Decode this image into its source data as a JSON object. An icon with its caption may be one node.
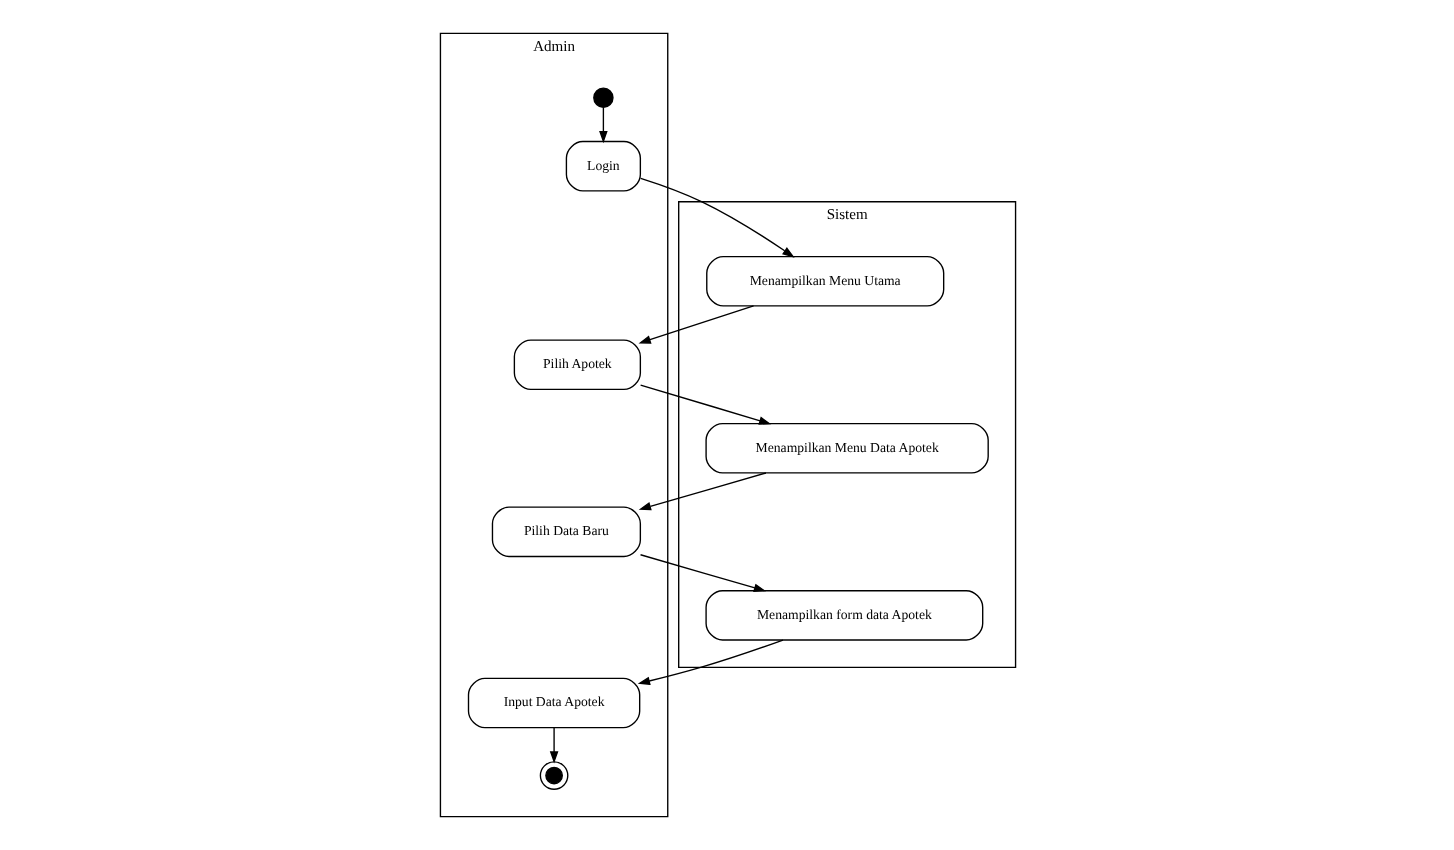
{
  "diagram": {
    "nodes": [
      {
        "text": [
          "Admin"
        ]
      },
      {
        "text": [
          "Sistem"
        ]
      },
      {
        "text": [],
        "shape": "circle",
        "in": 0
      },
      {
        "text": [
          "Login"
        ],
        "in": 0
      },
      {
        "text": [
          "Menampilkan Menu Utama"
        ],
        "in": 1
      },
      {
        "text": [
          "Pilih Apotek"
        ],
        "in": 0
      },
      {
        "text": [
          "Menampilkan Menu Data Apotek"
        ],
        "in": 1
      },
      {
        "text": [
          "Pilih Data Baru"
        ],
        "in": 0
      },
      {
        "text": [
          "Menampilkan form data Apotek"
        ],
        "in": 1
      },
      {
        "text": [
          "Input Data Apotek"
        ],
        "in": 0
      },
      {
        "text": [],
        "shape": "circle",
        "in": 0
      }
    ],
    "edges": [
      {
        "from": 2,
        "to": 3,
        "arrow": "to"
      },
      {
        "from": 3,
        "to": 4,
        "arrow": "to"
      },
      {
        "from": 4,
        "to": 5,
        "arrow": "to"
      },
      {
        "from": 5,
        "to": 6,
        "arrow": "to"
      },
      {
        "from": 6,
        "to": 7,
        "arrow": "to"
      },
      {
        "from": 7,
        "to": 8,
        "arrow": "to"
      },
      {
        "from": 8,
        "to": 9,
        "arrow": "to"
      },
      {
        "from": 9,
        "to": 10,
        "arrow": "to"
      }
    ]
  }
}
